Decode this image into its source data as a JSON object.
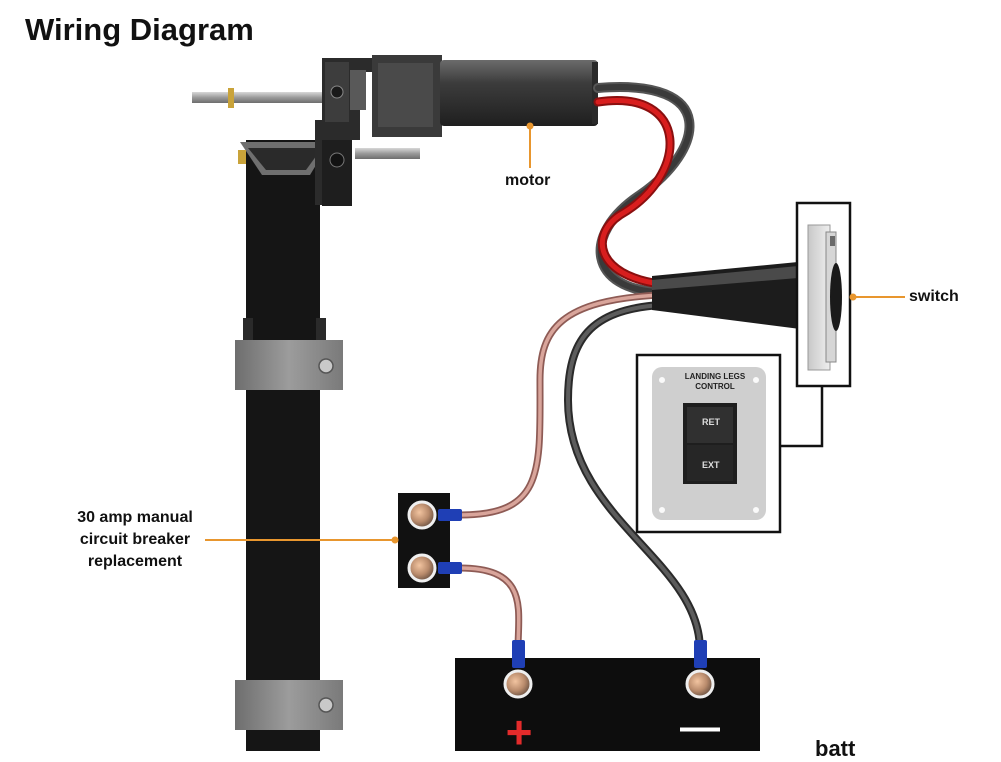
{
  "title": "Wiring Diagram",
  "labels": {
    "motor": "motor",
    "switch": "switch",
    "breaker_line1": "30 amp manual",
    "breaker_line2": "circuit breaker",
    "breaker_line3": "replacement",
    "battery_partial": "batt"
  },
  "control_panel": {
    "title_line1": "LANDING LEGS",
    "title_line2": "CONTROL",
    "rocker_top": "RET",
    "rocker_bottom": "EXT"
  },
  "battery": {
    "positive_symbol": "+",
    "negative_symbol": "—"
  },
  "colors": {
    "accent_leader": "#e8962e",
    "wire_red": "#d81e1e",
    "wire_pink": "#c98a80",
    "wire_black": "#3a3a3a",
    "terminal_blue": "#1f3fb5",
    "battery_positive": "#e32b2b"
  }
}
